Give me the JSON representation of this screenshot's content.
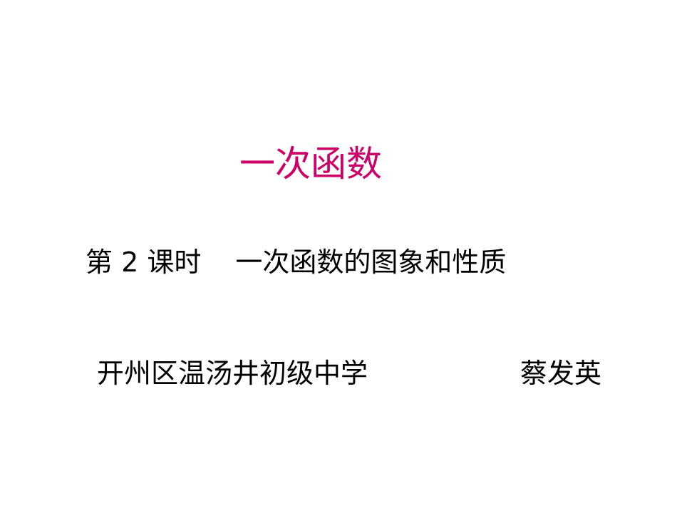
{
  "slide": {
    "title": "一次函数",
    "subtitle": {
      "lesson": "第 2 课时",
      "topic": "一次函数的图象和性质"
    },
    "school": "开州区温汤井初级中学",
    "author": "蔡发英"
  },
  "colors": {
    "title": "#cc0066",
    "text": "#000000",
    "background": "#ffffff"
  }
}
